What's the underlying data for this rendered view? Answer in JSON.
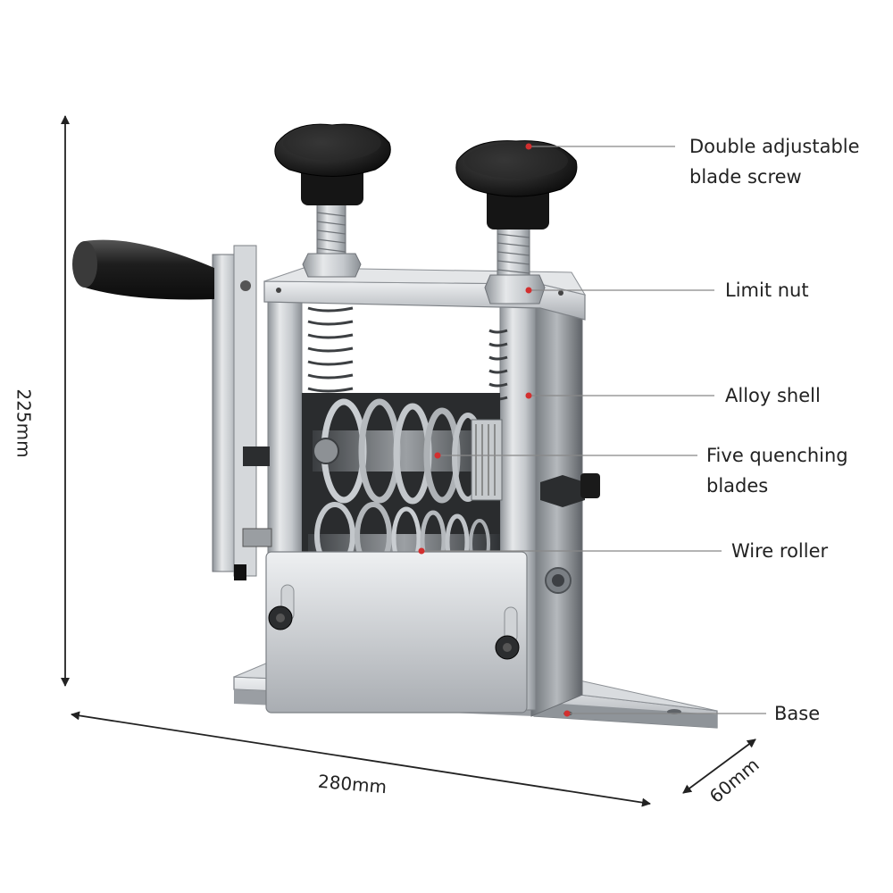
{
  "callouts": {
    "screw": {
      "line1": "Double adjustable",
      "line2": "blade screw"
    },
    "limit_nut": {
      "text": "Limit nut"
    },
    "alloy_shell": {
      "text": "Alloy shell"
    },
    "blades": {
      "line1": "Five quenching",
      "line2": "blades"
    },
    "wire_roller": {
      "text": "Wire roller"
    },
    "base": {
      "text": "Base"
    }
  },
  "dimensions": {
    "height": "225mm",
    "length": "280mm",
    "depth": "60mm"
  },
  "colors": {
    "marker": "#d32f2f",
    "leader_line": "#888888",
    "dimension_line": "#222222",
    "knob": "#1c1c1c",
    "steel": "#bfc3c7"
  }
}
